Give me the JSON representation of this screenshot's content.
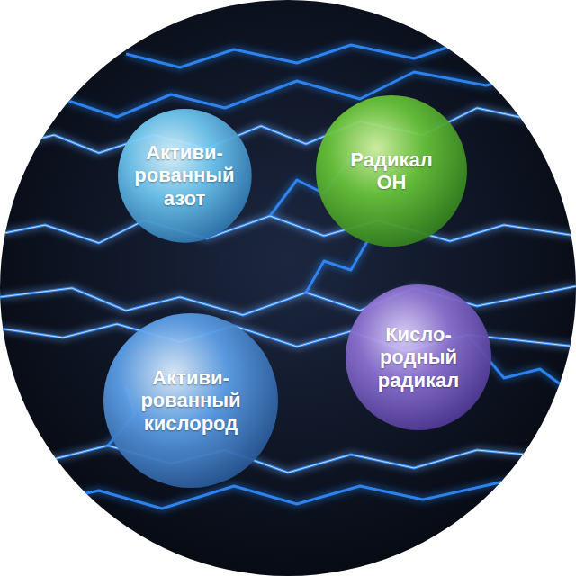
{
  "diagram": {
    "nodes": [
      {
        "text": [
          "Активи- рованный азот"
        ]
      },
      {
        "text": [
          "Радикал OH"
        ]
      },
      {
        "text": [
          "Кисло- родный радикал"
        ]
      },
      {
        "text": [
          "Активи- рованный кислород"
        ]
      }
    ]
  }
}
